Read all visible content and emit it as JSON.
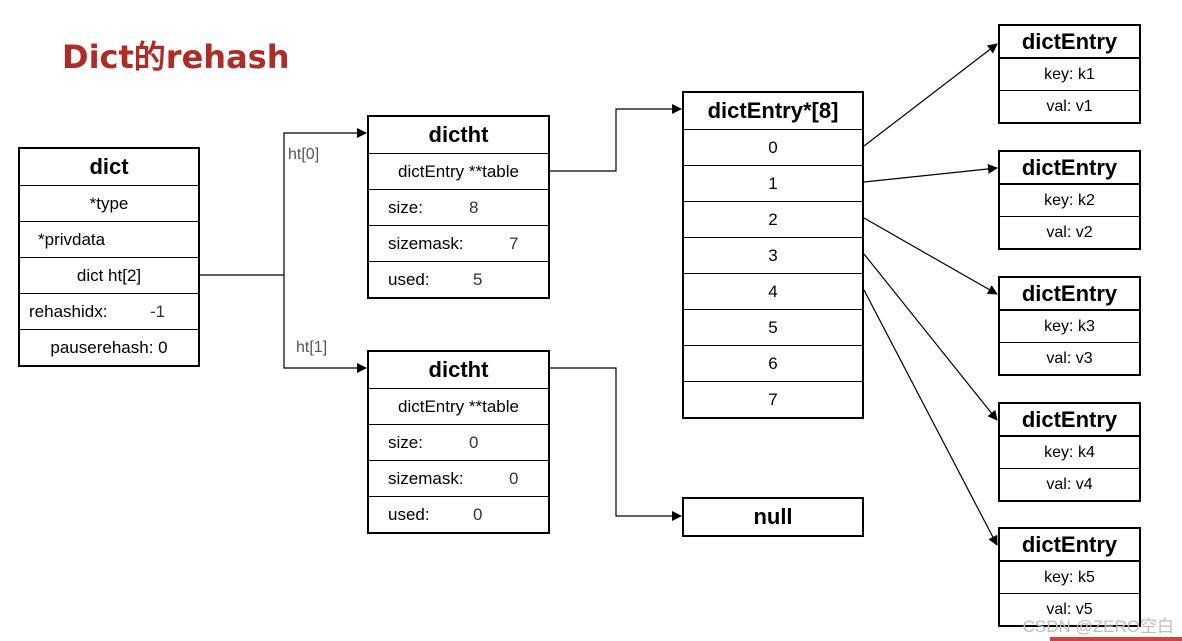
{
  "title": "Dict的rehash",
  "dict": {
    "header": "dict",
    "type": "*type",
    "privdata": "*privdata",
    "ht": "dict ht[2]",
    "rehashidx_label": "rehashidx:",
    "rehashidx_value": "-1",
    "pauserehash": "pauserehash: 0"
  },
  "labels": {
    "ht0": "ht[0]",
    "ht1": "ht[1]"
  },
  "dictht0": {
    "header": "dictht",
    "table": "dictEntry **table",
    "size_label": "size:",
    "size_value": "8",
    "sizemask_label": "sizemask:",
    "sizemask_value": "7",
    "used_label": "used:",
    "used_value": "5"
  },
  "dictht1": {
    "header": "dictht",
    "table": "dictEntry **table",
    "size_label": "size:",
    "size_value": "0",
    "sizemask_label": "sizemask:",
    "sizemask_value": "0",
    "used_label": "used:",
    "used_value": "0"
  },
  "array": {
    "header": "dictEntry*[8]",
    "indices": [
      "0",
      "1",
      "2",
      "3",
      "4",
      "5",
      "6",
      "7"
    ]
  },
  "null_label": "null",
  "entries": [
    {
      "header": "dictEntry",
      "key": "key: k1",
      "val": "val: v1"
    },
    {
      "header": "dictEntry",
      "key": "key: k2",
      "val": "val: v2"
    },
    {
      "header": "dictEntry",
      "key": "key: k3",
      "val": "val: v3"
    },
    {
      "header": "dictEntry",
      "key": "key: k4",
      "val": "val: v4"
    },
    {
      "header": "dictEntry",
      "key": "key: k5",
      "val": "val: v5"
    }
  ],
  "watermark": "CSDN @ZERO空白",
  "colors": {
    "title": "#b22a24",
    "line": "#000000",
    "label": "#555555",
    "watermark": "#bdbdbd"
  }
}
